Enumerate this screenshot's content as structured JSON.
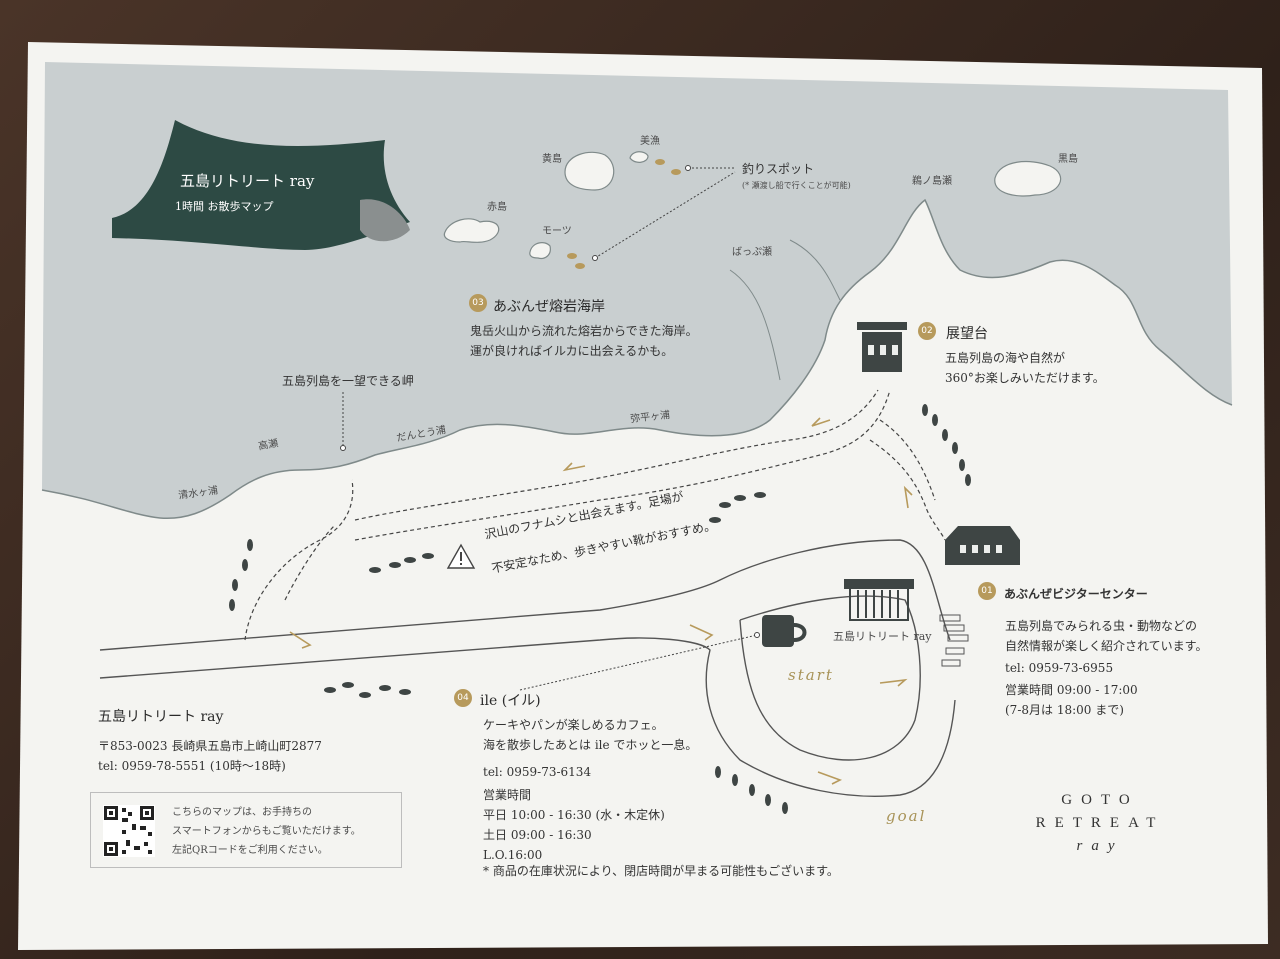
{
  "banner": {
    "title": "五島リトリート ray",
    "subtitle": "1時間 お散歩マップ"
  },
  "islands": {
    "kijima": "黄島",
    "bisho": "美漁",
    "akashima": "赤島",
    "motsu": "モーツ",
    "kuroshima": "黒島",
    "unosese": "鵜ノ島瀬",
    "bappuse": "ばっぷ瀬"
  },
  "fishing": {
    "label": "釣りスポット",
    "note": "(* 瀬渡し船で行くことが可能)"
  },
  "spot03": {
    "number": "03",
    "title": "あぶんぜ熔岩海岸",
    "desc1": "鬼岳火山から流れた熔岩からできた海岸。",
    "desc2": "運が良ければイルカに出会えるかも。"
  },
  "spot02": {
    "number": "02",
    "title": "展望台",
    "desc1": "五島列島の海や自然が",
    "desc2": "360°お楽しみいただけます。"
  },
  "spot01": {
    "number": "01",
    "title": "あぶんぜビジターセンター",
    "desc1": "五島列島でみられる虫・動物などの",
    "desc2": "自然情報が楽しく紹介されています。",
    "tel": "tel: 0959-73-6955",
    "hours": "営業時間 09:00 - 17:00",
    "summer": "(7-8月は 18:00 まで)"
  },
  "spot04": {
    "number": "04",
    "title": "ile (イル)",
    "desc1": "ケーキやパンが楽しめるカフェ。",
    "desc2": "海を散歩したあとは ile でホッと一息。",
    "tel": "tel: 0959-73-6134",
    "hours_label": "営業時間",
    "weekday": "平日 10:00 - 16:30 (水・木定休)",
    "saturday": "土日 09:00 - 16:30",
    "lo": "L.O.16:00",
    "note": "* 商品の在庫状況により、閉店時間が早まる可能性もございます。"
  },
  "places": {
    "cape": "五島列島を一望できる岬",
    "takase": "高瀬",
    "dantoura": "だんとう浦",
    "yaheigaura": "弥平ヶ浦",
    "shimizugaura": "清水ヶ浦",
    "hotel": "五島リトリート ray"
  },
  "warning": {
    "line1": "沢山のフナムシと出会えます。足場が",
    "line2": "不安定なため、歩きやすい靴がおすすめ。"
  },
  "route": {
    "start": "start",
    "goal": "goal"
  },
  "address": {
    "name": "五島リトリート ray",
    "postal": "〒853-0023 長崎県五島市上崎山町2877",
    "tel": "tel: 0959-78-5551 (10時〜18時)"
  },
  "qr": {
    "line1": "こちらのマップは、お手持ちの",
    "line2": "スマートフォンからもご覧いただけます。",
    "line3": "左記QRコードをご利用ください。"
  },
  "brand": {
    "line1": "GOTO",
    "line2": "RETREAT",
    "line3": "ray"
  },
  "colors": {
    "sea": "#c9cfd0",
    "land": "#eceeec",
    "banner": "#2d4a44",
    "accent": "#b79a5c",
    "icon": "#3e4544"
  }
}
